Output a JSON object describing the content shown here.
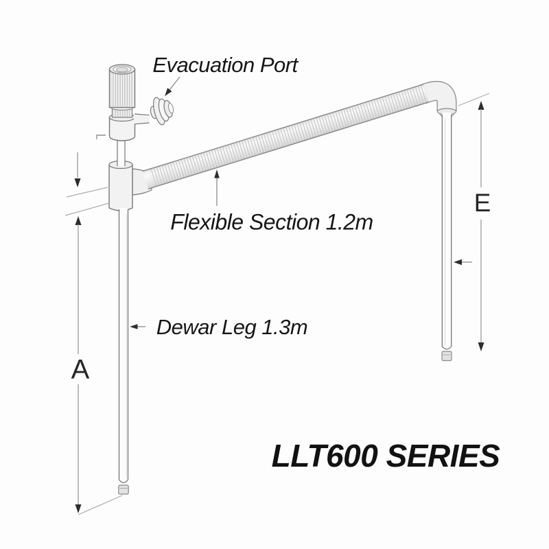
{
  "diagram": {
    "series_title": "LLT600 SERIES",
    "callouts": {
      "evacuation_port": "Evacuation Port",
      "flexible_section": "Flexible Section 1.2m",
      "dewar_leg": "Dewar Leg 1.3m"
    },
    "dimensions": {
      "a": "A",
      "e": "E"
    },
    "colors": {
      "background": "#fdfdfd",
      "outline": "#777777",
      "fill_light": "#f2f2f2",
      "hose_corrugation": "#c2c2c2",
      "dimension_line": "#9a9a9a",
      "arrowhead": "#2d2d2d",
      "text": "#161616"
    }
  }
}
